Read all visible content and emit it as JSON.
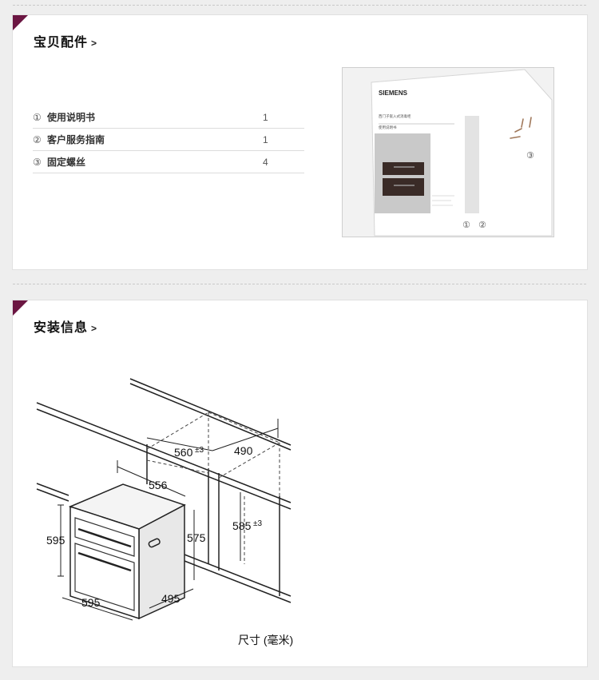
{
  "accessories": {
    "title": "宝贝配件",
    "items": [
      {
        "num": "①",
        "name": "使用说明书",
        "qty": "1"
      },
      {
        "num": "②",
        "name": "客户服务指南",
        "qty": "1"
      },
      {
        "num": "③",
        "name": "固定螺丝",
        "qty": "4"
      }
    ],
    "photo": {
      "brand": "SIEMENS",
      "manual_lines": [
        "西门子嵌入式消毒柜",
        "使用说明书"
      ],
      "callout_1": "①",
      "callout_2": "②",
      "callout_3": "③"
    }
  },
  "installation": {
    "title": "安装信息",
    "dimensions": {
      "width_front": "595",
      "height_front": "595",
      "depth": "495",
      "top_width": "556",
      "side_height": "575",
      "cutout_width": "560",
      "cutout_width_tol": "±3",
      "cutout_depth": "490",
      "cutout_height": "585",
      "cutout_height_tol": "±3"
    },
    "caption": "尺寸 (毫米)"
  },
  "colors": {
    "accent": "#6b1642",
    "background": "#eeeeee",
    "panel": "#ffffff"
  }
}
